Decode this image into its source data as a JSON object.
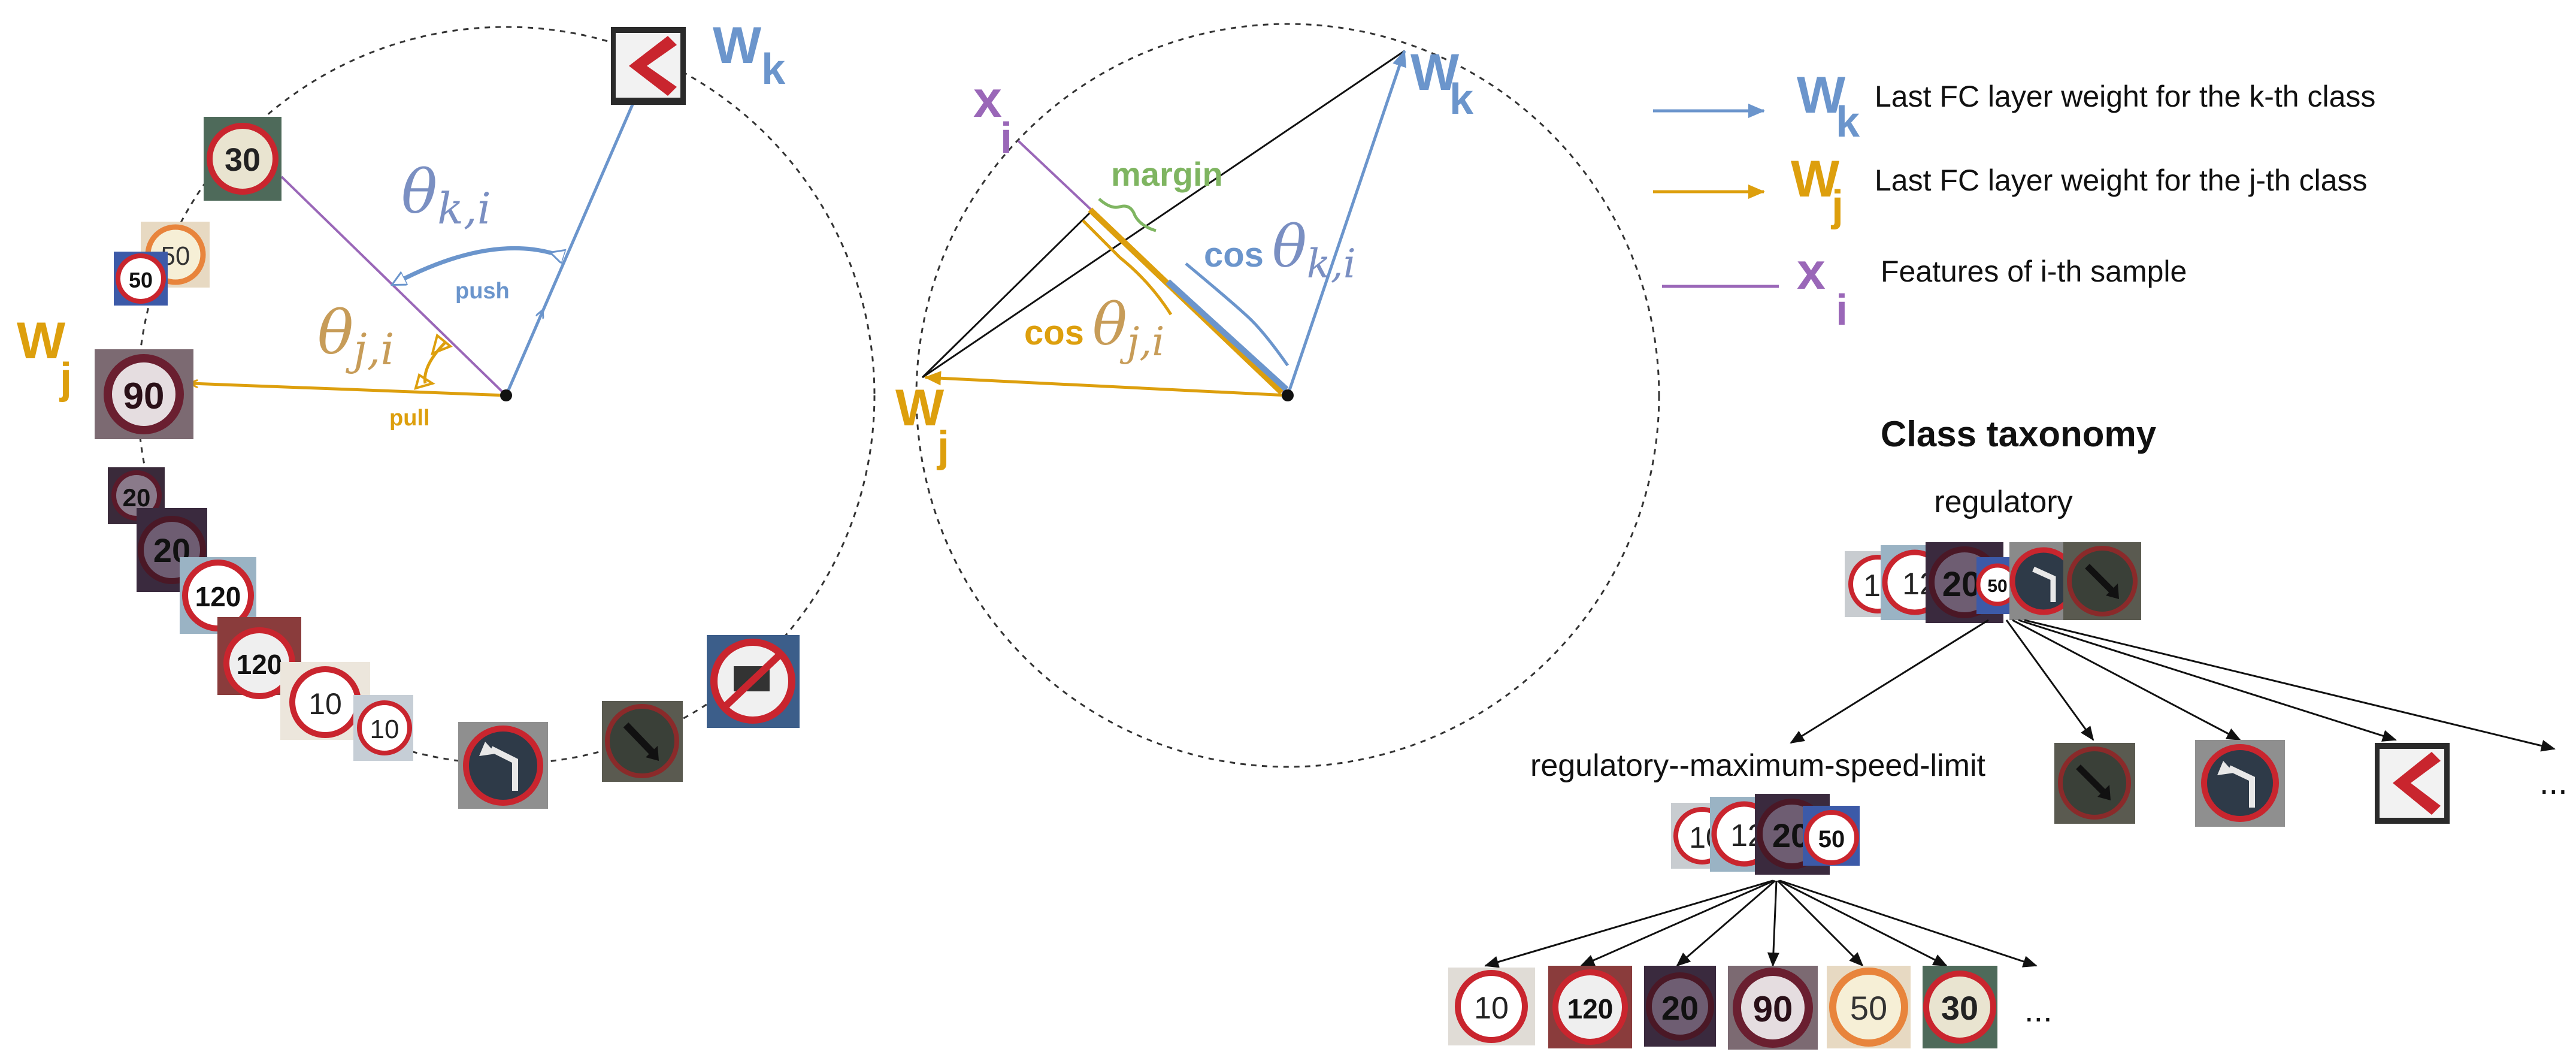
{
  "left_panel": {
    "wk": {
      "letter": "W",
      "sub": "k"
    },
    "wj": {
      "letter": "W",
      "sub": "j"
    },
    "theta_k_i": "θ",
    "theta_k_i_sub": "k,i",
    "theta_j_i": "θ",
    "theta_j_i_sub": "j,i",
    "push_label": "push",
    "pull_label": "pull"
  },
  "middle_panel": {
    "xi": {
      "letter": "x",
      "sub": "i"
    },
    "wk": {
      "letter": "W",
      "sub": "k"
    },
    "wj": {
      "letter": "W",
      "sub": "j"
    },
    "margin_label": "margin",
    "cos_k_prefix": "cos",
    "cos_k_theta": "θ",
    "cos_k_sub": "k,i",
    "cos_j_prefix": "cos",
    "cos_j_theta": "θ",
    "cos_j_sub": "j,i"
  },
  "legend": [
    {
      "symbol": "W",
      "sub": "k",
      "text": "Last FC layer weight for the k-th class",
      "color": "#6b95cc"
    },
    {
      "symbol": "W",
      "sub": "j",
      "text": "Last FC layer weight for the j-th class",
      "color": "#dd9f0d"
    },
    {
      "symbol": "x",
      "sub": "i",
      "text": "Features of i-th sample",
      "color": "#9a67b8"
    }
  ],
  "taxonomy": {
    "title": "Class taxonomy",
    "root_label": "regulatory",
    "child_label": "regulatory--maximum-speed-limit",
    "ellipsis_right": "...",
    "ellipsis_bottom": "..."
  },
  "signs": {
    "30": "30",
    "50": "50",
    "90": "90",
    "20": "20",
    "120": "120",
    "10": "10",
    "10r": "10",
    "12": "12",
    "20c": "20"
  },
  "colors": {
    "blue": "#6b95cc",
    "orange": "#dd9f0d",
    "purple": "#9a67b8",
    "green": "#7fb561",
    "red": "#c9252e",
    "dark": "#1a1a1a"
  }
}
